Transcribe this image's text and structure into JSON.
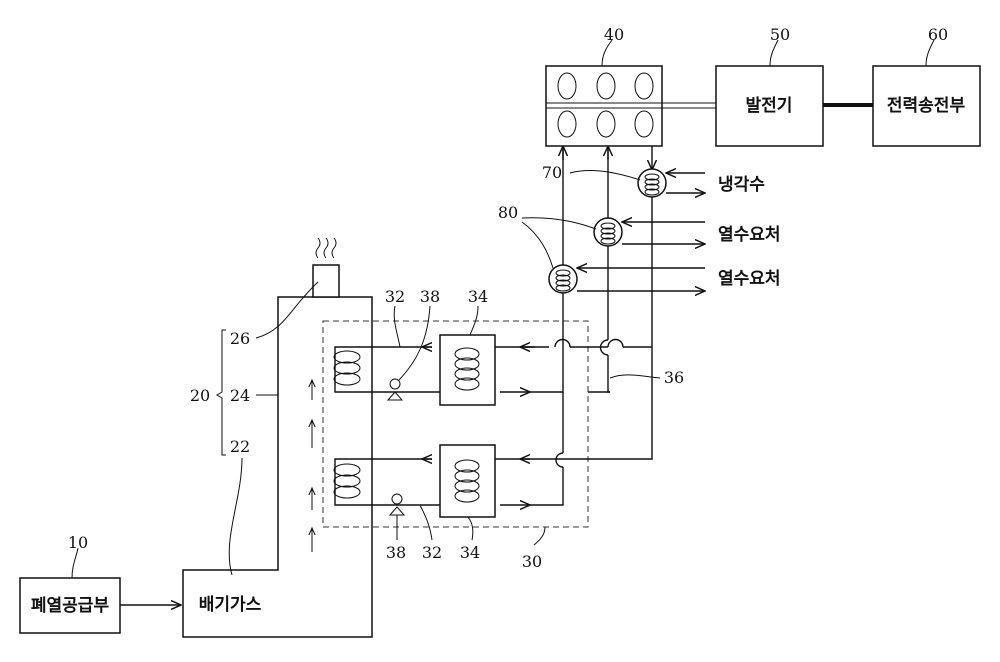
{
  "boxes": {
    "waste_heat_supply": "폐열공급부",
    "exhaust_gas": "배기가스",
    "generator": "발전기",
    "power_transmission": "전력송전부"
  },
  "outputs": {
    "cooling_water": "냉각수",
    "heat_demand_1": "열수요처",
    "heat_demand_2": "열수요처"
  },
  "ref_numbers": {
    "n10": "10",
    "n20": "20",
    "n22": "22",
    "n24": "24",
    "n26": "26",
    "n30": "30",
    "n32_top": "32",
    "n32_bottom": "32",
    "n34_top": "34",
    "n34_bottom": "34",
    "n36": "36",
    "n38_top": "38",
    "n38_bottom": "38",
    "n40": "40",
    "n50": "50",
    "n60": "60",
    "n70": "70",
    "n80": "80"
  }
}
